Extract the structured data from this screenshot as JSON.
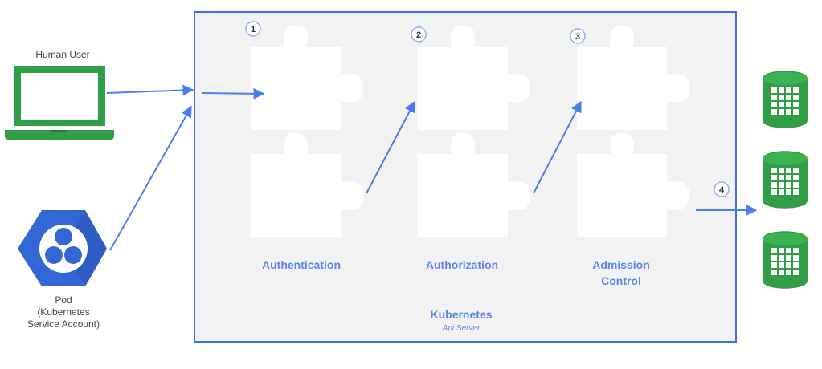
{
  "actors": {
    "human_user": {
      "label": "Human User",
      "icon": "laptop-icon"
    },
    "pod": {
      "label_lines": [
        "Pod",
        "(Kubernetes",
        "Service Account)"
      ],
      "icon": "kubernetes-pod-icon"
    }
  },
  "api_server": {
    "title": "Kubernetes",
    "subtitle": "Api Server"
  },
  "stages": [
    {
      "step": "1",
      "label_lines": [
        "Authentication"
      ],
      "icon": "puzzle-piece-icon"
    },
    {
      "step": "2",
      "label_lines": [
        "Authorization"
      ],
      "icon": "puzzle-piece-icon"
    },
    {
      "step": "3",
      "label_lines": [
        "Admission",
        "Control"
      ],
      "icon": "puzzle-piece-icon"
    }
  ],
  "persist_step": "4",
  "storage": {
    "icon": "database-icon",
    "count": 3
  },
  "colors": {
    "accent": "#4a7ef0",
    "label_blue": "#5b86e8",
    "green": "#2f9e44",
    "panel_fill": "#f2f2f2",
    "panel_border": "#3d6fe0",
    "puzzle": "#ffffff",
    "pod_blue": "#3367d6"
  }
}
